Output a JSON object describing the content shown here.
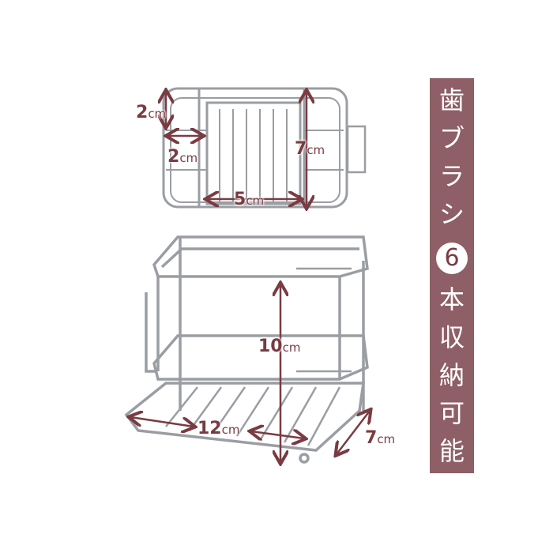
{
  "top_view": {
    "dim_depth": {
      "value": "2",
      "unit": "cm"
    },
    "dim_slot_width": {
      "value": "2",
      "unit": "cm"
    },
    "dim_height": {
      "value": "7",
      "unit": "cm"
    },
    "dim_center_width": {
      "value": "5",
      "unit": "cm"
    }
  },
  "side_view": {
    "dim_height": {
      "value": "10",
      "unit": "cm"
    },
    "dim_width": {
      "value": "12",
      "unit": "cm"
    },
    "dim_depth": {
      "value": "7",
      "unit": "cm"
    }
  },
  "banner": {
    "chars_before": [
      "歯",
      "ブ",
      "ラ",
      "シ"
    ],
    "count": "6",
    "chars_after": [
      "本",
      "収",
      "納",
      "可",
      "能"
    ]
  },
  "colors": {
    "banner": "#8e5f66",
    "dimension": "#7a3b42",
    "wire": "#9a9ea3"
  }
}
